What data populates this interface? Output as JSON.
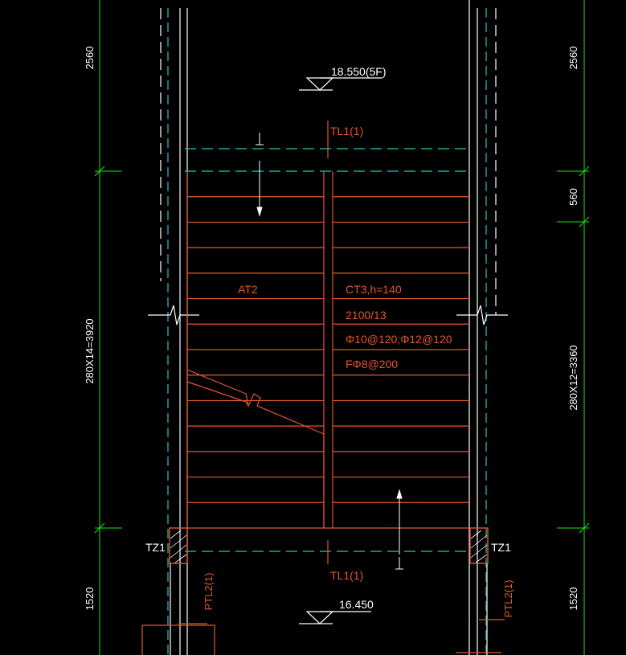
{
  "dims": {
    "left_top": "2560",
    "left_mid": "280X14=3920",
    "left_bottom": "1520",
    "right_top": "2560",
    "right_upper": "560",
    "right_mid": "280X12=3360",
    "right_bottom": "1520"
  },
  "levels": {
    "upper": "18.550(5F)",
    "lower": "16.450"
  },
  "labels": {
    "beam_top": "TL1(1)",
    "beam_bottom": "TL1(1)",
    "stair_left": "AT2",
    "stair_spec_1": "CT3,h=140",
    "stair_spec_2": "2100/13",
    "stair_spec_3": "Φ10@120;Φ12@120",
    "stair_spec_4": "FΦ8@200",
    "column_left": "TZ1",
    "column_right": "TZ1",
    "platform_beam_left": "PTL2(1)",
    "platform_beam_right": "PTL2(1)"
  },
  "colors": {
    "stair": "#e4572e",
    "dim": "#19e619",
    "axis": "#22c7c7",
    "wall": "#ffffff"
  }
}
